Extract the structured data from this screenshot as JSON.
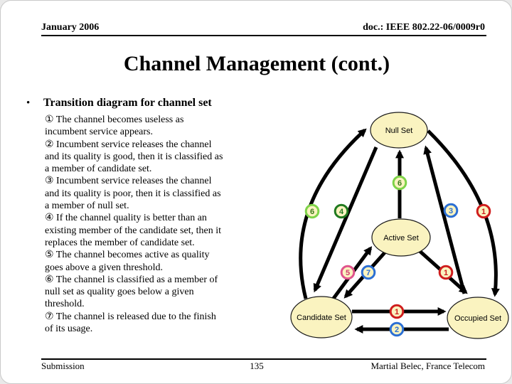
{
  "header": {
    "date": "January 2006",
    "doc": "doc.: IEEE 802.22-06/0009r0"
  },
  "title": "Channel Management (cont.)",
  "bullet": {
    "marker": "•",
    "heading": "Transition diagram for channel set",
    "items": [
      {
        "text": "① The channel becomes useless as\nincumbent service appears."
      },
      {
        "text": "② Incumbent service releases the channel\nand its quality is good, then it is classified as\na member of candidate set."
      },
      {
        "text": "③ Incumbent service releases the channel\nand its quality is poor, then it is classified as\na member of null set."
      },
      {
        "text": "④ If the channel quality is better than an\nexisting member of the candidate set, then it\nreplaces the member of candidate set."
      },
      {
        "text": "⑤ The channel becomes active as quality\ngoes above a given threshold."
      },
      {
        "text": "⑥ The channel is classified as a member of\nnull set as quality goes below a given\nthreshold."
      },
      {
        "text": "⑦ The channel is released due to the finish\nof its usage."
      }
    ]
  },
  "diagram": {
    "colors": {
      "node_fill": "#faf3c0",
      "arrow": "#000000",
      "light_green": "#7ed348",
      "dark_green": "#1f7a1f",
      "blue": "#2b6fd4",
      "red": "#cf1d1d",
      "pink": "#e0548c"
    },
    "nodes": [
      {
        "id": "null_set",
        "label": "Null Set"
      },
      {
        "id": "active_set",
        "label": "Active Set"
      },
      {
        "id": "candidate_set",
        "label": "Candidate Set"
      },
      {
        "id": "occupied_set",
        "label": "Occupied Set"
      }
    ],
    "badges": [
      {
        "label": "6",
        "ring": "#7ed348",
        "fg": "#3a7a1a"
      },
      {
        "label": "4",
        "ring": "#1f7a1f",
        "fg": "#1f7a1f"
      },
      {
        "label": "6",
        "ring": "#7ed348",
        "fg": "#3a7a1a"
      },
      {
        "label": "3",
        "ring": "#2b6fd4",
        "fg": "#2b6fd4"
      },
      {
        "label": "1",
        "ring": "#cf1d1d",
        "fg": "#cf1d1d"
      },
      {
        "label": "5",
        "ring": "#e0548c",
        "fg": "#d23b6e"
      },
      {
        "label": "7",
        "ring": "#2b6fd4",
        "fg": "#2b6fd4"
      },
      {
        "label": "1",
        "ring": "#cf1d1d",
        "fg": "#cf1d1d"
      },
      {
        "label": "1",
        "ring": "#cf1d1d",
        "fg": "#cf1d1d"
      },
      {
        "label": "2",
        "ring": "#2b6fd4",
        "fg": "#2b6fd4"
      }
    ],
    "edges": [
      {
        "badge": "6",
        "from": "Candidate Set",
        "to": "Null Set"
      },
      {
        "badge": "4",
        "from": "Null Set",
        "to": "Candidate Set"
      },
      {
        "badge": "6",
        "from": "Active Set",
        "to": "Null Set"
      },
      {
        "badge": "3",
        "from": "Occupied Set",
        "to": "Null Set"
      },
      {
        "badge": "1",
        "from": "Null Set",
        "to": "Occupied Set"
      },
      {
        "badge": "5",
        "from": "Candidate Set",
        "to": "Active Set"
      },
      {
        "badge": "7",
        "from": "Active Set",
        "to": "Candidate Set"
      },
      {
        "badge": "1",
        "from": "Active Set",
        "to": "Occupied Set"
      },
      {
        "badge": "1",
        "from": "Candidate Set",
        "to": "Occupied Set"
      },
      {
        "badge": "2",
        "from": "Occupied Set",
        "to": "Candidate Set"
      }
    ]
  },
  "footer": {
    "left": "Submission",
    "page": "135",
    "right": "Martial Belec, France Telecom"
  }
}
